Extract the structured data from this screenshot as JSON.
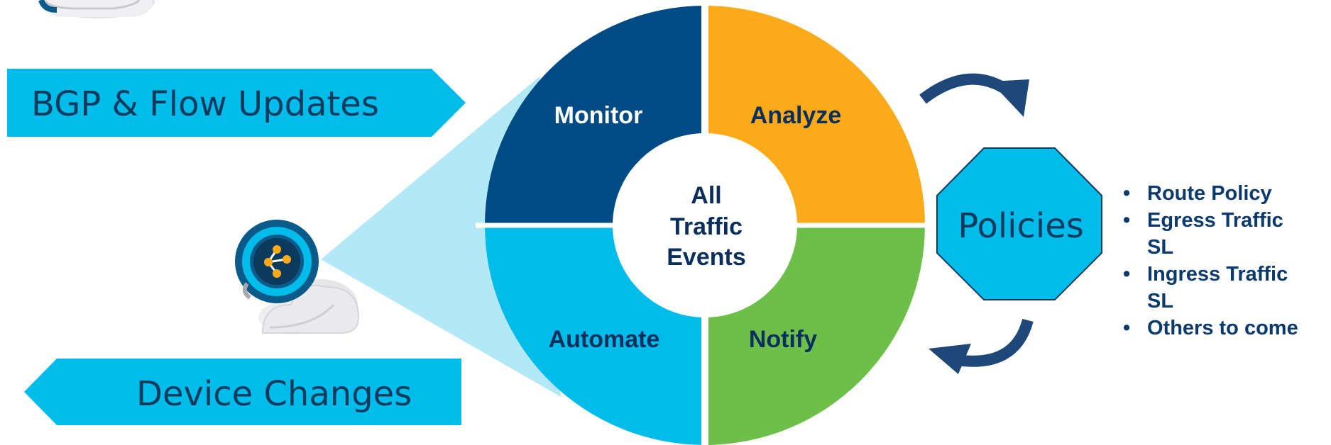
{
  "colors": {
    "monitor": "#004b85",
    "analyze": "#fbab19",
    "notify": "#6cc04a",
    "automate": "#00bceb",
    "beam": "#b3e9f7",
    "banner": "#00bceb",
    "policy_fill": "#00bceb",
    "arrow": "#1e4877",
    "dark_text": "#0b2f5c"
  },
  "banners": {
    "top": "BGP & Flow Updates",
    "bottom": "Device Changes"
  },
  "cycle": {
    "quadrants": [
      {
        "key": "monitor",
        "label": "Monitor"
      },
      {
        "key": "analyze",
        "label": "Analyze"
      },
      {
        "key": "automate",
        "label": "Automate"
      },
      {
        "key": "notify",
        "label": "Notify"
      }
    ],
    "center_lines": [
      "All",
      "Traffic",
      "Events"
    ]
  },
  "policy": {
    "label": "Policies",
    "bullets": [
      [
        "Route Policy"
      ],
      [
        "Egress Traffic",
        "SL"
      ],
      [
        "Ingress Traffic",
        "SL"
      ],
      [
        "Others to come"
      ]
    ]
  },
  "icons": [
    "cloud-icon",
    "network-node-icon",
    "cycle-arrow-icon"
  ]
}
